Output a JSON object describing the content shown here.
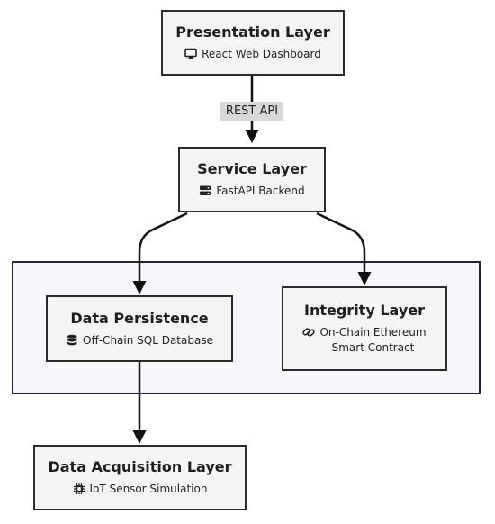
{
  "nodes": {
    "presentation": {
      "title": "Presentation Layer",
      "subtitle": "React Web Dashboard",
      "icon": "monitor-icon"
    },
    "service": {
      "title": "Service Layer",
      "subtitle": "FastAPI Backend",
      "icon": "server-icon"
    },
    "persistence": {
      "title": "Data Persistence",
      "subtitle": "Off-Chain SQL Database",
      "icon": "database-icon"
    },
    "integrity": {
      "title": "Integrity Layer",
      "subtitle_line1": "On-Chain Ethereum",
      "subtitle_line2": "Smart Contract",
      "icon": "link-icon"
    },
    "acquisition": {
      "title": "Data Acquisition Layer",
      "subtitle": "IoT Sensor Simulation",
      "icon": "chip-icon"
    }
  },
  "edges": {
    "presentation_to_service": {
      "label": "REST API"
    }
  },
  "colors": {
    "node_fill": "#f4f4f4",
    "node_border": "#2b2b2b",
    "group_fill": "#f6f6fb",
    "group_border": "#23233a",
    "edge": "#111111",
    "label_bg": "#d8d8d8"
  }
}
